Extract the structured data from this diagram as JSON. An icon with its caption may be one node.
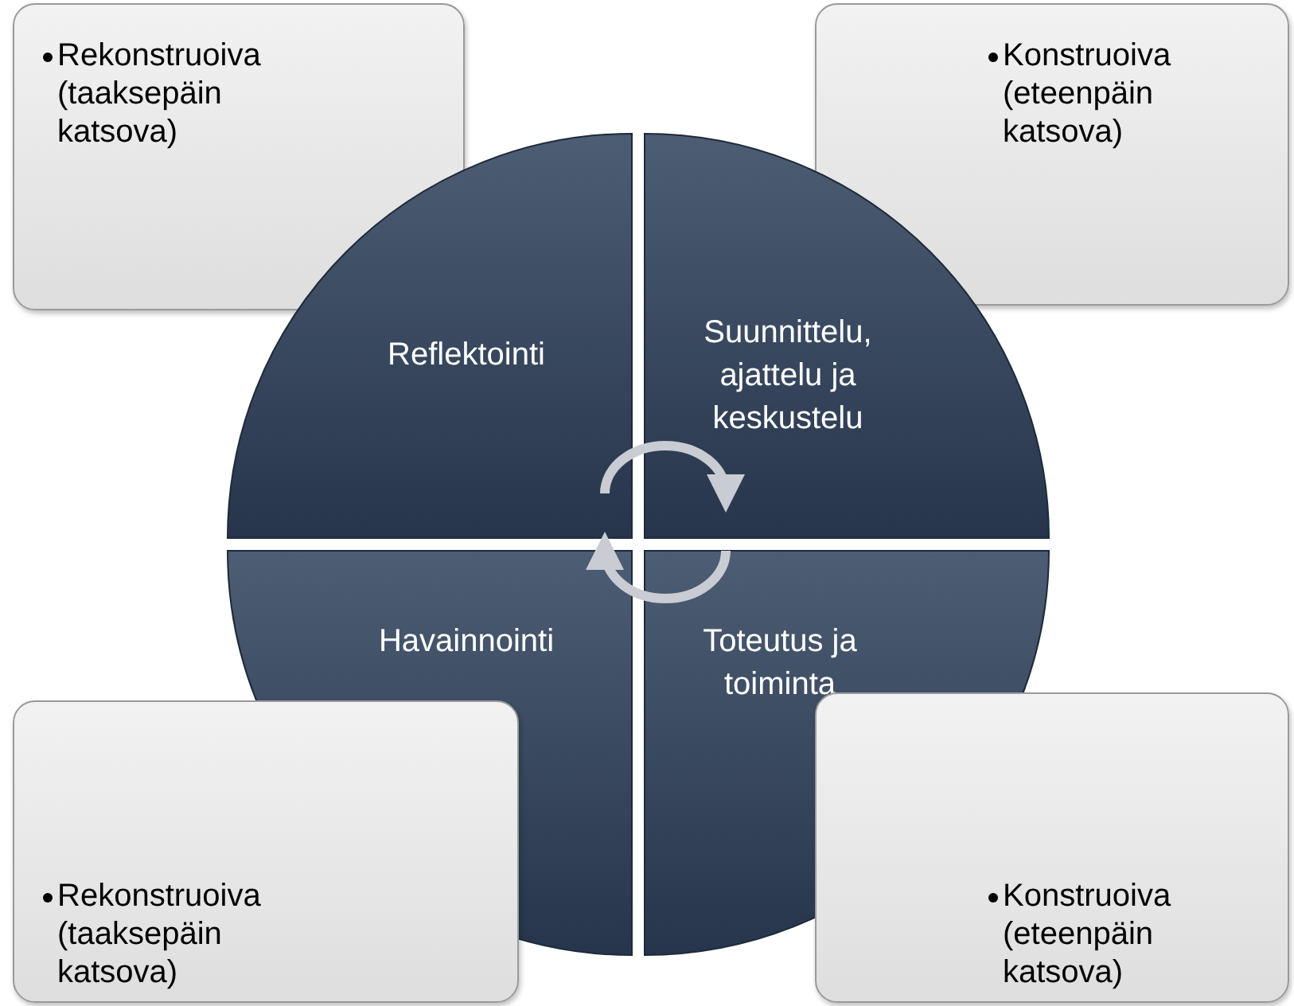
{
  "diagram": {
    "nodes": [
      {
        "text": [
          "Rekonstruoiva (taaksepäin katsova)"
        ]
      },
      {
        "text": [
          "Konstruoiva (eteenpäin katsova)"
        ]
      },
      {
        "text": [
          "Reflektointi"
        ]
      },
      {
        "text": [
          "Suunnittelu, ajattelu ja keskustelu"
        ]
      },
      {
        "text": [
          "Havainnointi"
        ]
      },
      {
        "text": [
          "Toteutus ja toiminta"
        ]
      },
      {
        "text": [
          "Rekonstruoiva (taaksepäin katsova)"
        ]
      },
      {
        "text": [
          "Konstruoiva (eteenpäin katsova)"
        ]
      }
    ],
    "edges": [
      {
        "from": 2,
        "to": 3,
        "arrow": "to"
      },
      {
        "from": 5,
        "to": 4,
        "arrow": "to"
      }
    ]
  }
}
